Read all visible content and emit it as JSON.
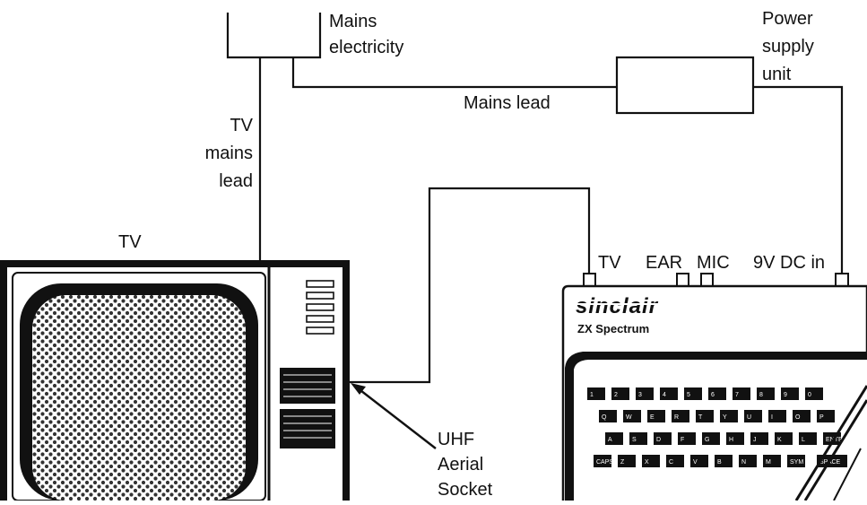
{
  "labels": {
    "mains_line1": "Mains",
    "mains_line2": "electricity",
    "psu_line1": "Power",
    "psu_line2": "supply",
    "psu_line3": "unit",
    "mains_lead": "Mains lead",
    "tv_mains_line1": "TV",
    "tv_mains_line2": "mains",
    "tv_mains_line3": "lead",
    "tv": "TV",
    "port_tv": "TV",
    "port_ear": "EAR",
    "port_mic": "MIC",
    "port_power": "9V DC in",
    "uhf_line1": "UHF",
    "uhf_line2": "Aerial",
    "uhf_line3": "Socket",
    "brand": "sinclair",
    "model": "ZX Spectrum"
  },
  "keyboard": {
    "rows": [
      [
        "1",
        "2",
        "3",
        "4",
        "5",
        "6",
        "7",
        "8",
        "9",
        "0"
      ],
      [
        "Q",
        "W",
        "E",
        "R",
        "T",
        "Y",
        "U",
        "I",
        "O",
        "P"
      ],
      [
        "A",
        "S",
        "D",
        "F",
        "G",
        "H",
        "J",
        "K",
        "L",
        "ENTER"
      ],
      [
        "CAPS",
        "Z",
        "X",
        "C",
        "V",
        "B",
        "N",
        "M",
        "SYM",
        "SPACE"
      ]
    ]
  },
  "colors": {
    "ink": "#111111",
    "paper": "#ffffff",
    "screen_dot": "#333333"
  }
}
